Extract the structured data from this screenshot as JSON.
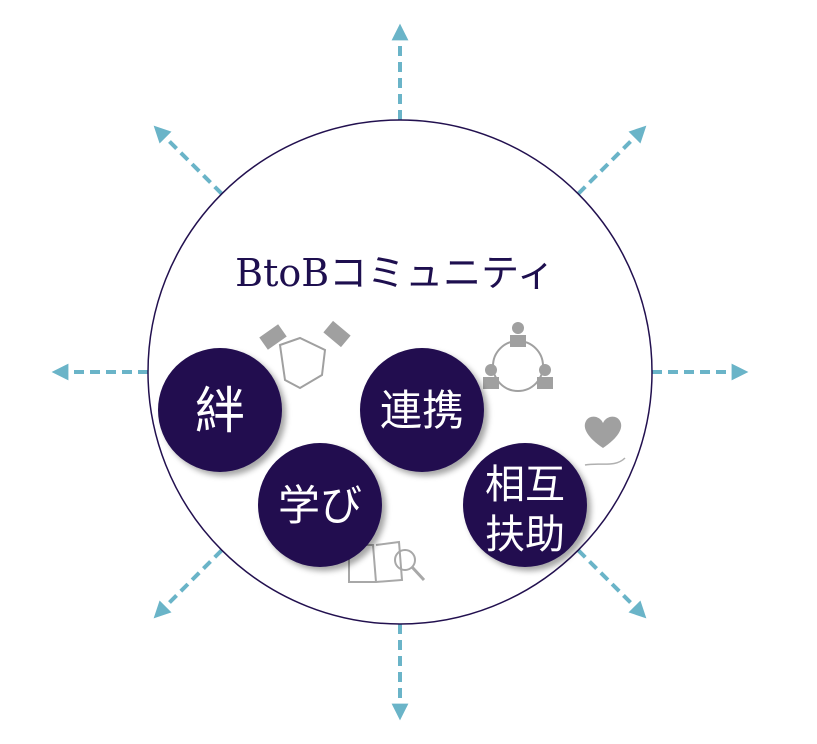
{
  "title": "BtoBコミュニティ",
  "colors": {
    "navy": "#22104f",
    "arrow": "#6ab4c8",
    "icon": "#a0a0a0"
  },
  "nodes": [
    {
      "label": "絆",
      "icon": "handshake-icon"
    },
    {
      "label": "連携",
      "icon": "people-network-icon"
    },
    {
      "label": "学び",
      "icon": "book-search-icon"
    },
    {
      "label_line1": "相互",
      "label_line2": "扶助",
      "icon": "heart-hand-icon"
    }
  ]
}
